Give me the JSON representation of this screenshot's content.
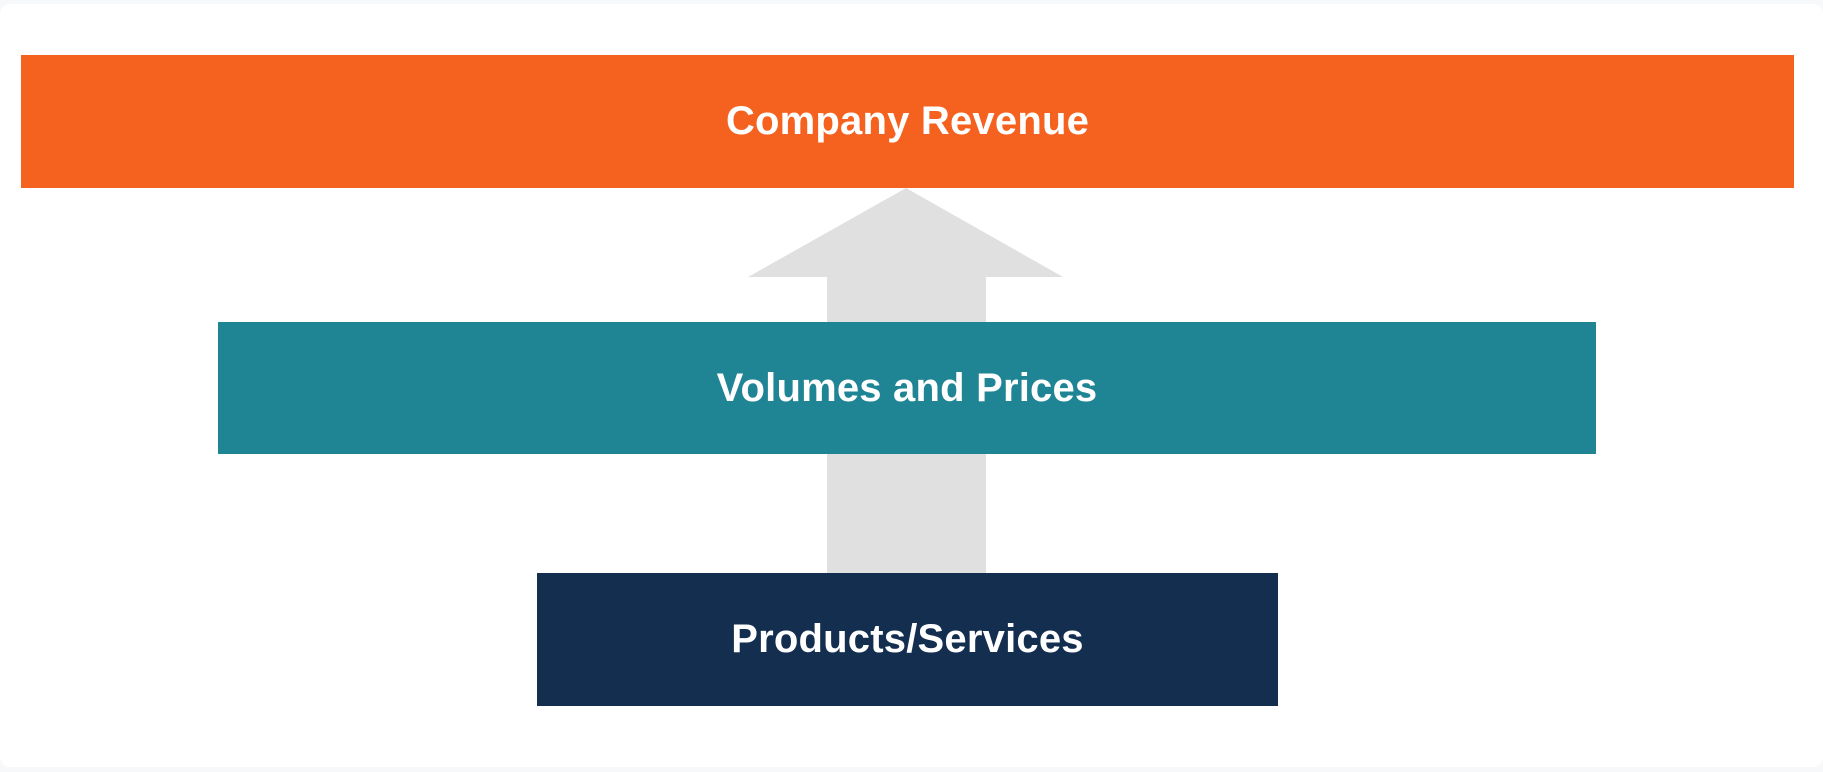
{
  "page": {
    "background_color": "#F7F8F9",
    "card_color": "#FFFFFF"
  },
  "diagram": {
    "type": "stacked-flow",
    "flow_direction": "bottom-to-top",
    "arrow": {
      "icon": "up-arrow",
      "direction": "up",
      "color": "#E0E0E0"
    },
    "layers": [
      {
        "label": "Company Revenue",
        "color": "#F5611E",
        "text_color": "#FFFFFF",
        "level": "top"
      },
      {
        "label": "Volumes and Prices",
        "color": "#1F8494",
        "text_color": "#FFFFFF",
        "level": "middle"
      },
      {
        "label": "Products/Services",
        "color": "#132E4F",
        "text_color": "#FFFFFF",
        "level": "bottom"
      }
    ]
  }
}
